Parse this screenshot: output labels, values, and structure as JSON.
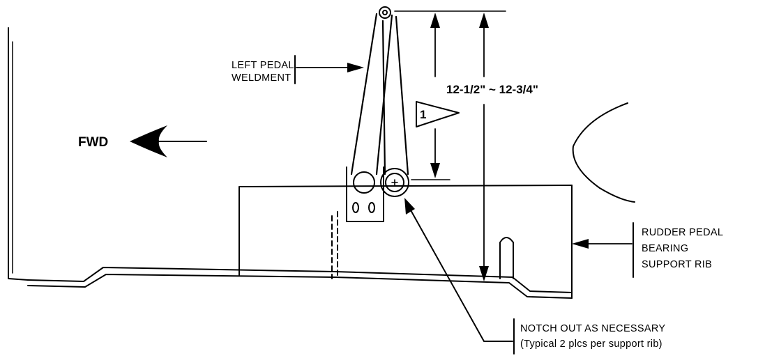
{
  "labels": {
    "left_pedal": [
      "LEFT PEDAL",
      "WELDMENT"
    ],
    "dimension": "12-1/2\" ~ 12-3/4\"",
    "note_flag": "1",
    "fwd": "FWD",
    "rib": [
      "RUDDER PEDAL",
      "BEARING",
      "SUPPORT RIB"
    ],
    "notch": [
      "NOTCH OUT AS NECESSARY",
      "(Typical 2 plcs per support rib)"
    ]
  },
  "colors": {
    "ink": "#000000",
    "paper": "#ffffff"
  }
}
